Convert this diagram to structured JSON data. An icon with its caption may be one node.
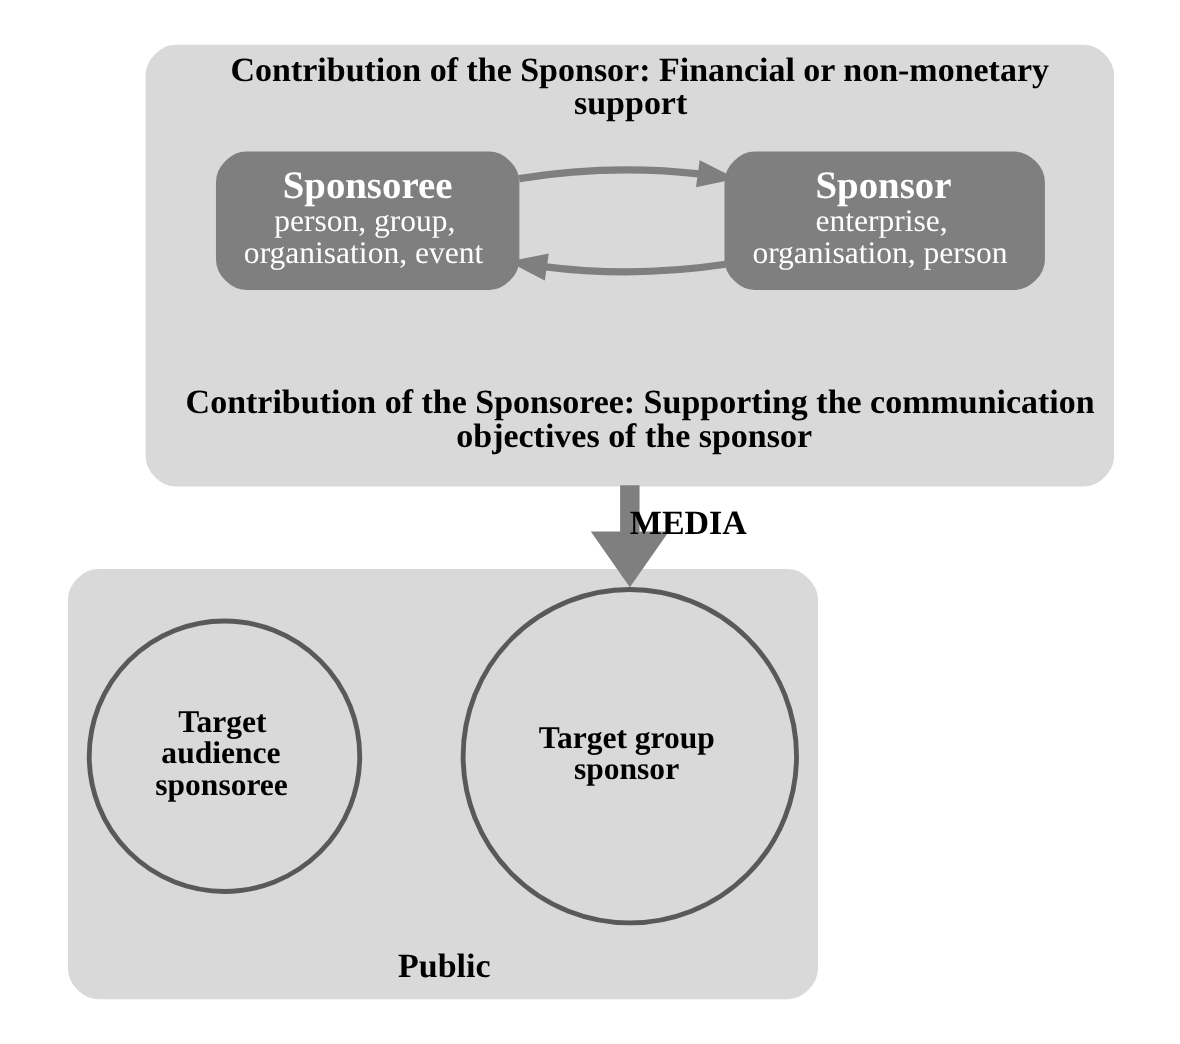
{
  "diagram": {
    "nodes": [
      {
        "text": [
          "Contribution of the Sponsor: Financial or non-monetary support",
          "Contribution of the Sponsoree: Supporting the communication objectives of the sponsor"
        ]
      },
      {
        "text": [
          "Sponsor",
          "enterprise, organisation, person"
        ],
        "in": 0
      },
      {
        "text": [
          "Sponsoree",
          "person, group, organisation, event"
        ],
        "in": 0
      },
      {
        "text": [
          "Public"
        ]
      },
      {
        "text": [
          "Target group sponsor"
        ],
        "in": 3
      },
      {
        "text": [
          "Target audience sponsoree"
        ],
        "in": 3
      }
    ],
    "edges": [
      {
        "from": 1,
        "to": 2,
        "arrow": "to"
      },
      {
        "from": 2,
        "to": 1,
        "arrow": "to"
      },
      {
        "from": 0,
        "to": 3,
        "arrow": "to",
        "label": "MEDIA",
        "style": "thick"
      }
    ]
  }
}
